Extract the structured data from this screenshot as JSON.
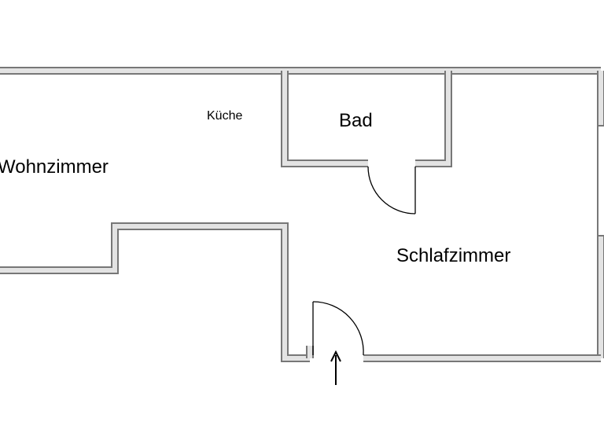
{
  "floorplan": {
    "rooms": {
      "kueche": "Küche",
      "bad": "Bad",
      "wohnzimmer": "Wohnzimmer",
      "schlafzimmer": "Schlafzimmer"
    },
    "entrance_symbol": "arrow-up-icon",
    "colors": {
      "wall_outline": "#777777",
      "wall_fill": "#e3e3e3",
      "background": "#ffffff",
      "text": "#000000"
    }
  }
}
